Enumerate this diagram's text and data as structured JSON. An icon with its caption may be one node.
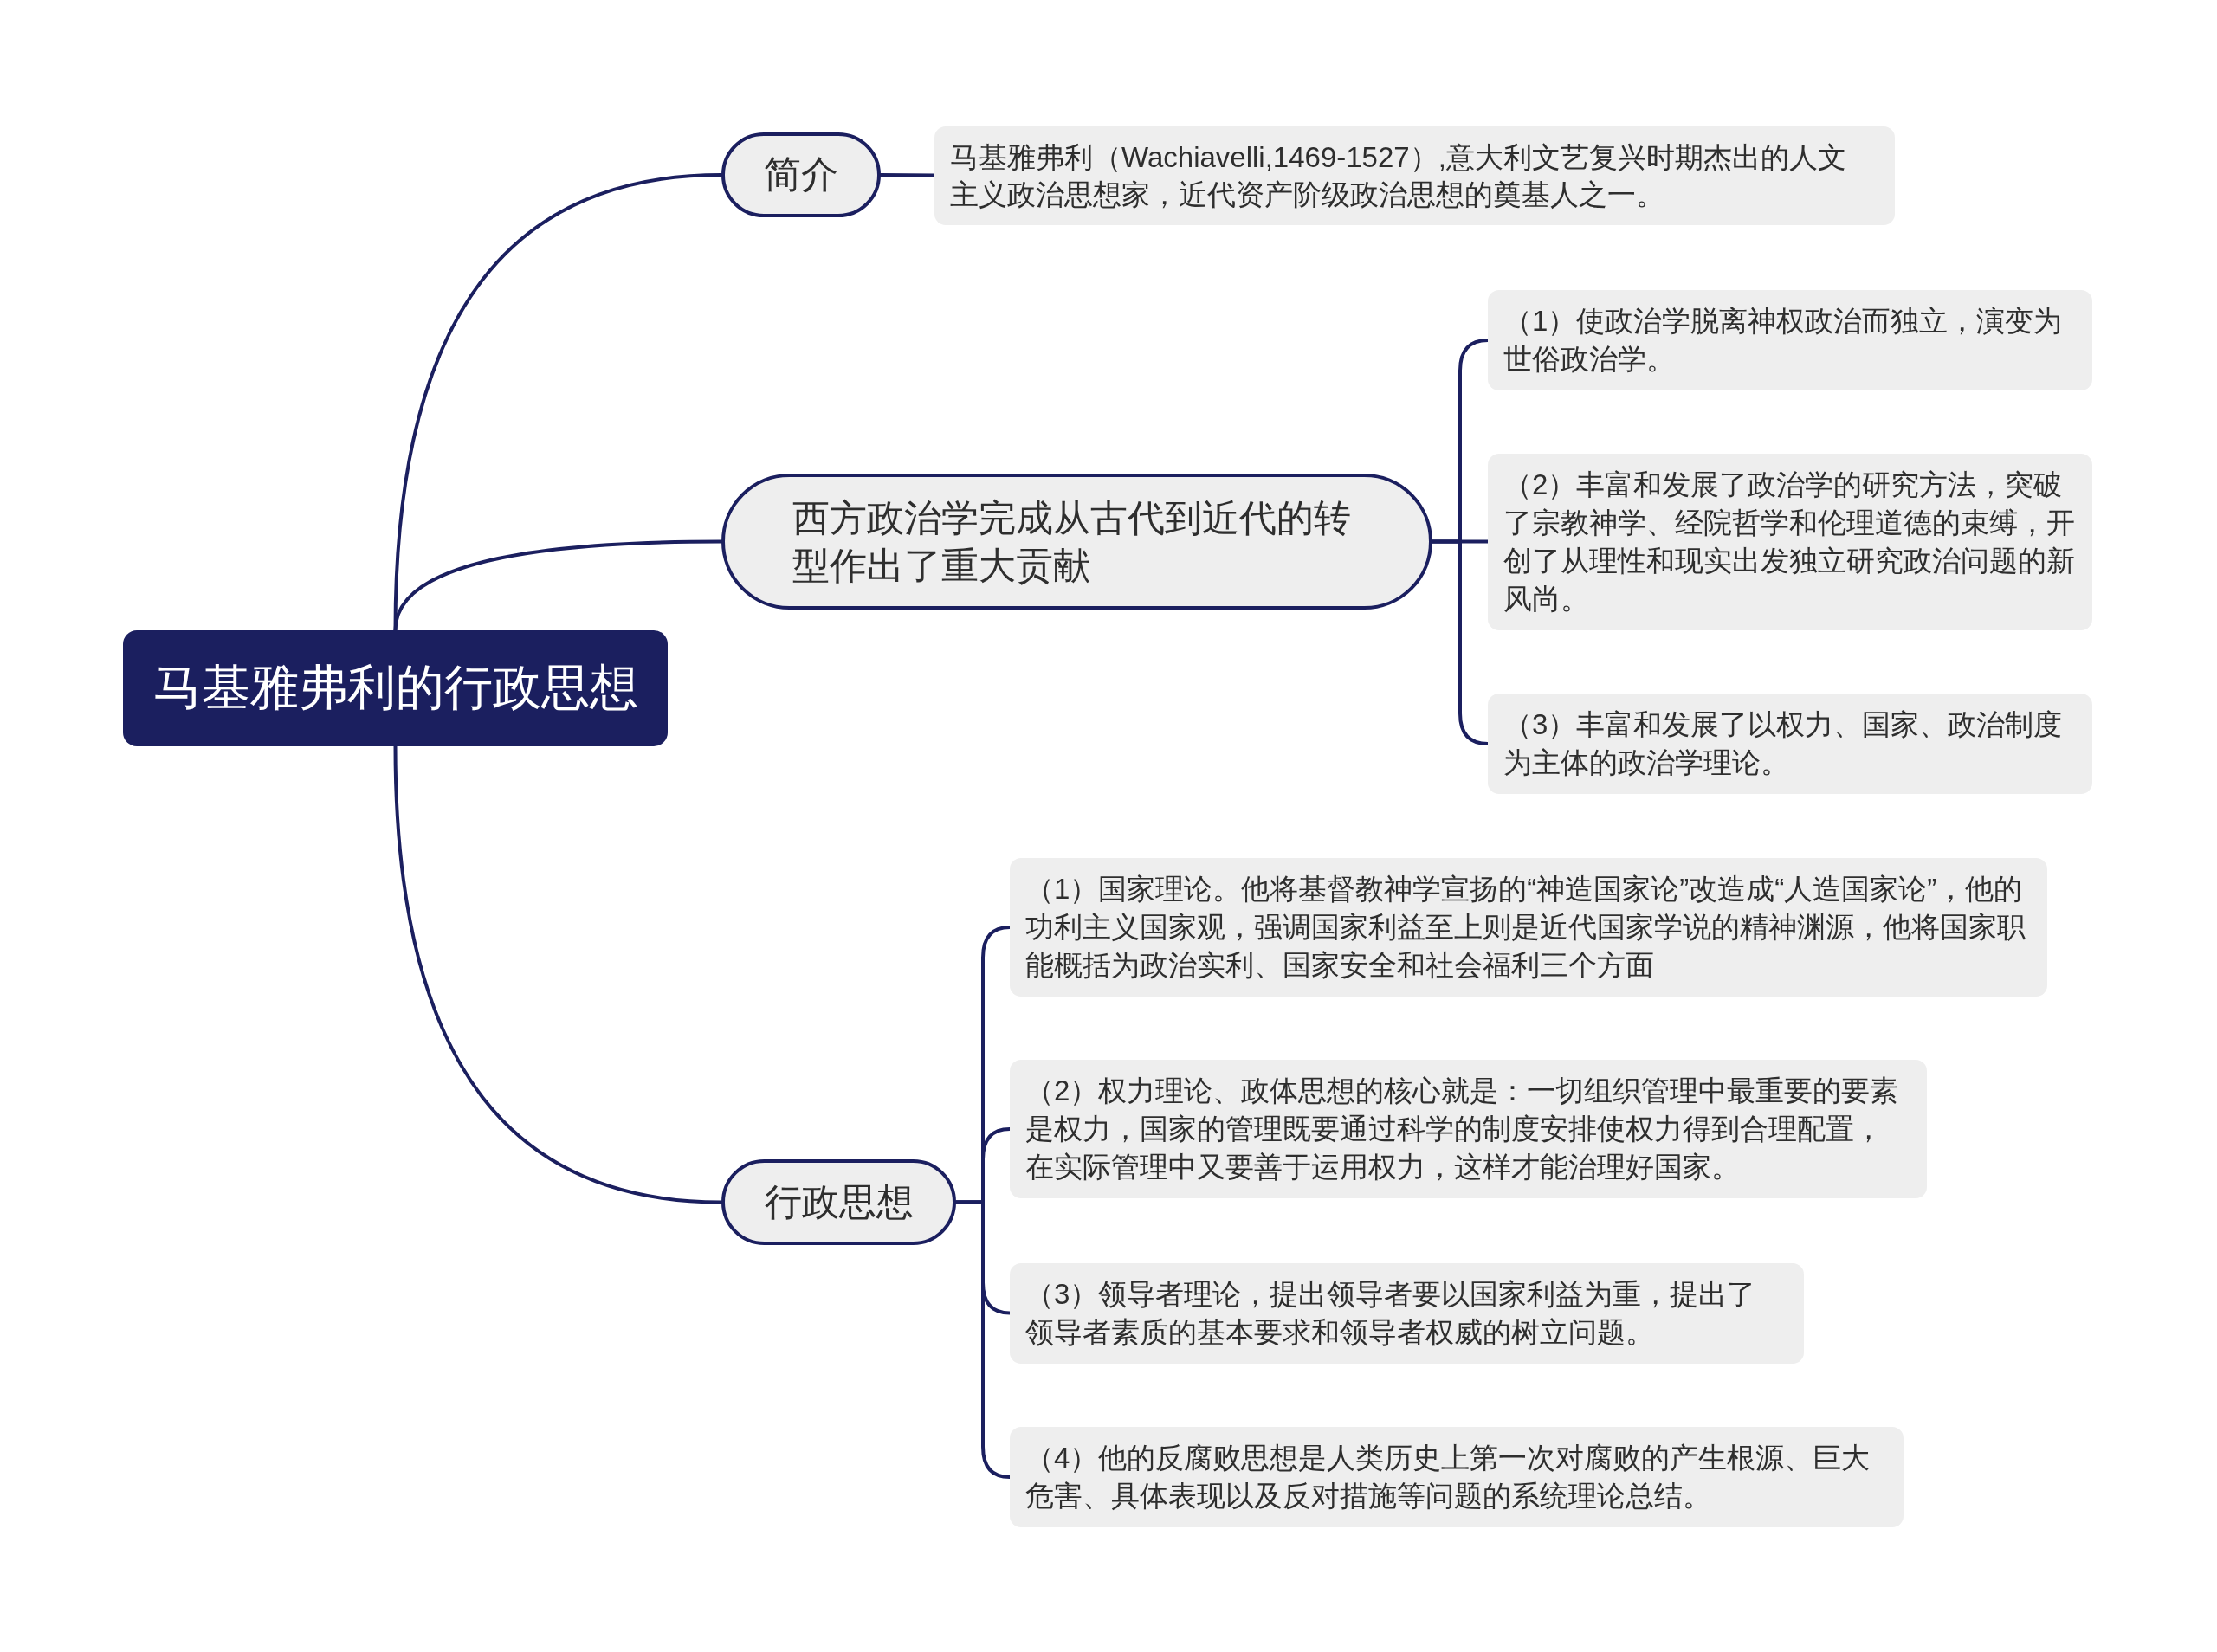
{
  "diagram": {
    "nodes": [
      {
        "text": [
          "马基雅弗利的行政思想"
        ]
      },
      {
        "text": [
          "简介"
        ]
      },
      {
        "text": [
          "马基雅弗利（Wachiavelli,1469-1527）,意大利文艺复兴时期杰出的人文主义政治思想家，近代资产阶级政治思想的奠基人之一。"
        ]
      },
      {
        "text": [
          "西方政治学完成从古代到近代的转型作出了重大贡献"
        ]
      },
      {
        "text": [
          "（1）使政治学脱离神权政治而独立，演变为世俗政治学。"
        ]
      },
      {
        "text": [
          "（2）丰富和发展了政治学的研究方法，突破了宗教神学、经院哲学和伦理道德的束缚，开创了从理性和现实出发独立研究政治问题的新风尚。"
        ]
      },
      {
        "text": [
          "（3）丰富和发展了以权力、国家、政治制度为主体的政治学理论。"
        ]
      },
      {
        "text": [
          "行政思想"
        ]
      },
      {
        "text": [
          "（1）国家理论。他将基督教神学宣扬的“神造国家论”改造成“人造国家论”，他的功利主义国家观，强调国家利益至上则是近代国家学说的精神渊源，他将国家职能概括为政治实利、国家安全和社会福利三个方面"
        ]
      },
      {
        "text": [
          "（2）权力理论、政体思想的核心就是：一切组织管理中最重要的要素是权力，国家的管理既要通过科学的制度安排使权力得到合理配置，在实际管理中又要善于运用权力，这样才能治理好国家。"
        ]
      },
      {
        "text": [
          "（3）领导者理论，提出领导者要以国家利益为重，提出了领导者素质的基本要求和领导者权威的树立问题。"
        ]
      },
      {
        "text": [
          "（4）他的反腐败思想是人类历史上第一次对腐败的产生根源、巨大危害、具体表现以及反对措施等问题的系统理论总结。"
        ]
      }
    ],
    "edges": [
      {
        "from": 0,
        "to": 1,
        "arrow": "none"
      },
      {
        "from": 1,
        "to": 2,
        "arrow": "none"
      },
      {
        "from": 0,
        "to": 3,
        "arrow": "none"
      },
      {
        "from": 3,
        "to": 4,
        "arrow": "none"
      },
      {
        "from": 3,
        "to": 5,
        "arrow": "none"
      },
      {
        "from": 3,
        "to": 6,
        "arrow": "none"
      },
      {
        "from": 0,
        "to": 7,
        "arrow": "none"
      },
      {
        "from": 7,
        "to": 8,
        "arrow": "none"
      },
      {
        "from": 7,
        "to": 9,
        "arrow": "none"
      },
      {
        "from": 7,
        "to": 10,
        "arrow": "none"
      },
      {
        "from": 7,
        "to": 11,
        "arrow": "none"
      }
    ]
  }
}
